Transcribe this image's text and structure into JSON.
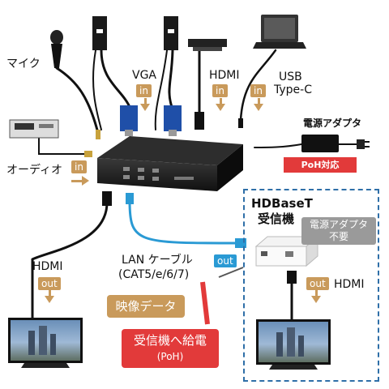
{
  "labels": {
    "mic": "マイク",
    "vga": "VGA",
    "hdmi_in": "HDMI",
    "usb": "USB",
    "usb_type": "Type-C",
    "power_adapter": "電源アダプタ",
    "poh_support": "PoH対応",
    "audio": "オーディオ",
    "hdbaset": "HDBaseT",
    "receiver": "受信機",
    "adapter_not_needed_1": "電源アダプタ",
    "adapter_not_needed_2": "不要",
    "lan_cable": "LAN ケーブル",
    "lan_cable_types": "(CAT5/e/6/7)",
    "hdmi_out_left": "HDMI",
    "hdmi_out_right": "HDMI",
    "video_data": "映像データ",
    "power_to_receiver": "受信機へ給電",
    "poh": "(PoH)"
  },
  "tags": {
    "in": "in",
    "out": "out"
  },
  "colors": {
    "tag_brown": "#c99a5b",
    "tag_blue": "#2a9ad4",
    "accent_red": "#e23a3a",
    "dash_blue": "#2f6fa8",
    "note_gray": "#9a9a9a"
  }
}
